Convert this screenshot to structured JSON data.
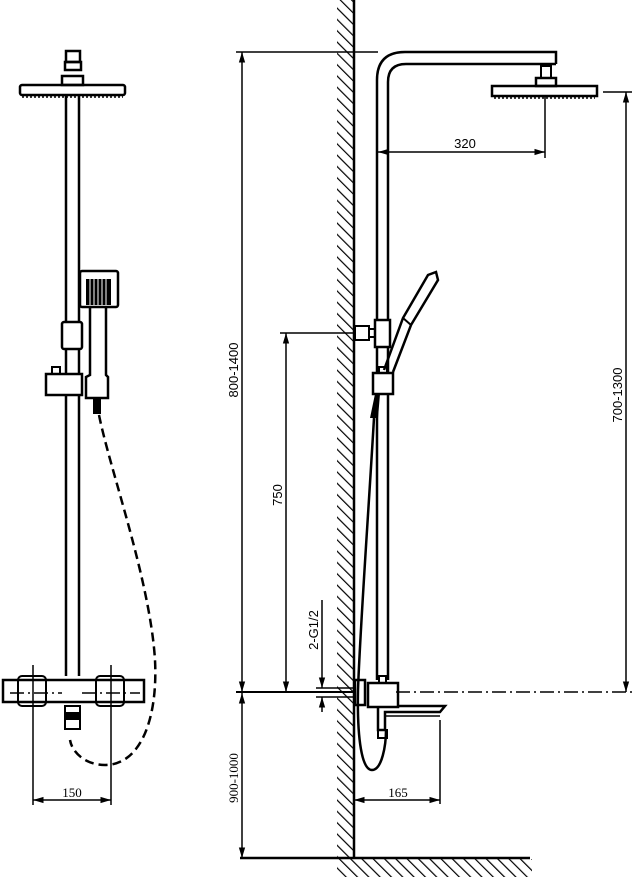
{
  "drawing": {
    "type": "technical-drawing",
    "subject": "Thermostatic shower column with overhead rain shower, hand shower and bath spout",
    "views": [
      "front-view",
      "side-view"
    ],
    "line_color": "#000000",
    "background": "#ffffff"
  },
  "front_view": {
    "dimensions": {
      "valve_inlet_spacing": "150"
    }
  },
  "side_view": {
    "dimensions": {
      "arm_reach": "320",
      "overall_height_range": "800-1400",
      "head_height_range": "700-1300",
      "bracket_height": "750",
      "inlet_thread": "2-G1/2",
      "valve_height_from_floor": "900-1000",
      "spout_projection": "165"
    }
  }
}
